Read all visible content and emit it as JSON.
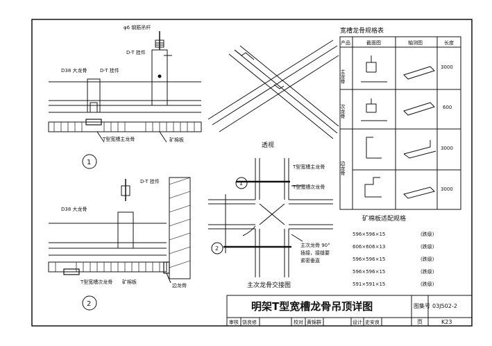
{
  "sheet": {
    "title": "明架T型宽槽龙骨吊顶详图",
    "atlas_label": "图集号",
    "atlas_no": "03J502-2",
    "page_label": "页",
    "page_no": "K23",
    "signoff": [
      "审核",
      "饶良修",
      "校对",
      "黄锦群",
      "设计",
      "史安良"
    ]
  },
  "detail1": {
    "labels": [
      "φ6 钢筋吊杆",
      "D-T 挂件",
      "D38 大龙骨",
      "D-T 挂件",
      "T型宽槽主龙骨",
      "矿棉板"
    ],
    "number": "1"
  },
  "detail2": {
    "labels": [
      "D-T 挂件",
      "D38 大龙骨",
      "T型宽槽次龙骨",
      "矿棉板",
      "边龙骨"
    ],
    "number": "2"
  },
  "perspective": {
    "caption": "透视"
  },
  "junction": {
    "caption": "主次龙骨交接图",
    "labels": [
      "T型宽槽主龙骨",
      "T型宽槽次龙骨",
      "主次龙骨 90°",
      "插接，接缝要",
      "紧密垂直"
    ],
    "markers": [
      "1",
      "2"
    ]
  },
  "keel_table": {
    "title": "宽槽龙骨规格表",
    "headers": [
      "产品",
      "截面图",
      "轴测图",
      "长度"
    ],
    "rows": [
      {
        "product": "主龙骨",
        "length": "3000"
      },
      {
        "product": "次龙骨",
        "length": "600"
      },
      {
        "product": "边龙骨",
        "length": "3000"
      },
      {
        "product": "",
        "length": "3000"
      }
    ]
  },
  "board_table": {
    "title": "矿棉板适配规格",
    "rows": [
      {
        "size": "596×596×15",
        "type": "(跌级)"
      },
      {
        "size": "606×606×13",
        "type": "(跌级)"
      },
      {
        "size": "596×596×15",
        "type": "(跌级)"
      },
      {
        "size": "596×596×15",
        "type": "(跌级)"
      },
      {
        "size": "591×591×15",
        "type": "(跌级)"
      }
    ]
  }
}
